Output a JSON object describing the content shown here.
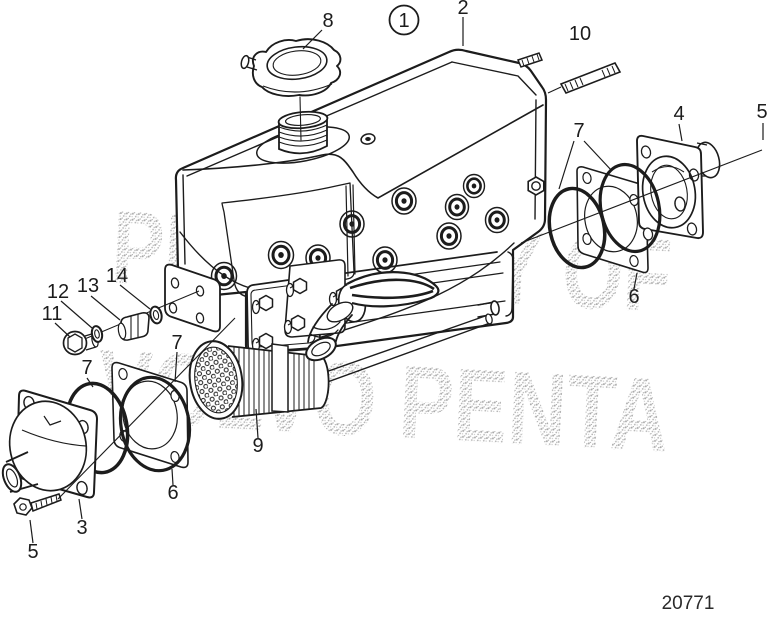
{
  "diagram": {
    "type": "exploded-parts-diagram",
    "drawing_number": "20771",
    "watermark": {
      "line1": "PROPERTY OF",
      "line2": "VOLVO PENTA",
      "color": "#b9b9b9"
    },
    "colors": {
      "background": "#ffffff",
      "line_art": "#1c1c1c"
    },
    "callouts": {
      "c1": "1",
      "c2": "2",
      "c3": "3",
      "c4": "4",
      "c5_right": "5",
      "c5_left": "5",
      "c6_right": "6",
      "c6_left": "6",
      "c7_right": "7",
      "c7_left_a": "7",
      "c7_left_b": "7",
      "c8": "8",
      "c9": "9",
      "c10": "10",
      "c11": "11",
      "c12": "12",
      "c13": "13",
      "c14": "14"
    }
  }
}
